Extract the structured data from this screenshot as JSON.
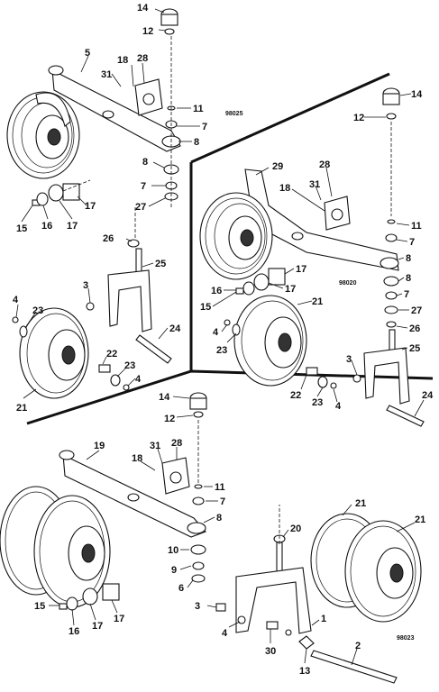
{
  "diagram": {
    "panels": [
      {
        "code": "98025",
        "labels": [
          "14",
          "12",
          "5",
          "31",
          "18",
          "28",
          "11",
          "7",
          "8",
          "8",
          "7",
          "27",
          "15",
          "16",
          "17",
          "17",
          "26",
          "25",
          "3",
          "4",
          "23",
          "24",
          "22",
          "23",
          "4",
          "21"
        ]
      },
      {
        "code": "98020",
        "labels": [
          "14",
          "12",
          "29",
          "28",
          "18",
          "31",
          "11",
          "7",
          "8",
          "17",
          "16",
          "17",
          "15",
          "21",
          "8",
          "7",
          "4",
          "23",
          "27",
          "26",
          "25",
          "3",
          "22",
          "23",
          "4",
          "24"
        ]
      },
      {
        "code": "98023",
        "labels": [
          "14",
          "12",
          "19",
          "31",
          "28",
          "18",
          "11",
          "7",
          "8",
          "10",
          "9",
          "6",
          "21",
          "21",
          "20",
          "15",
          "16",
          "17",
          "17",
          "3",
          "4",
          "30",
          "13",
          "1",
          "2"
        ]
      }
    ],
    "colors": {
      "ink": "#111111",
      "paper": "#ffffff"
    }
  }
}
